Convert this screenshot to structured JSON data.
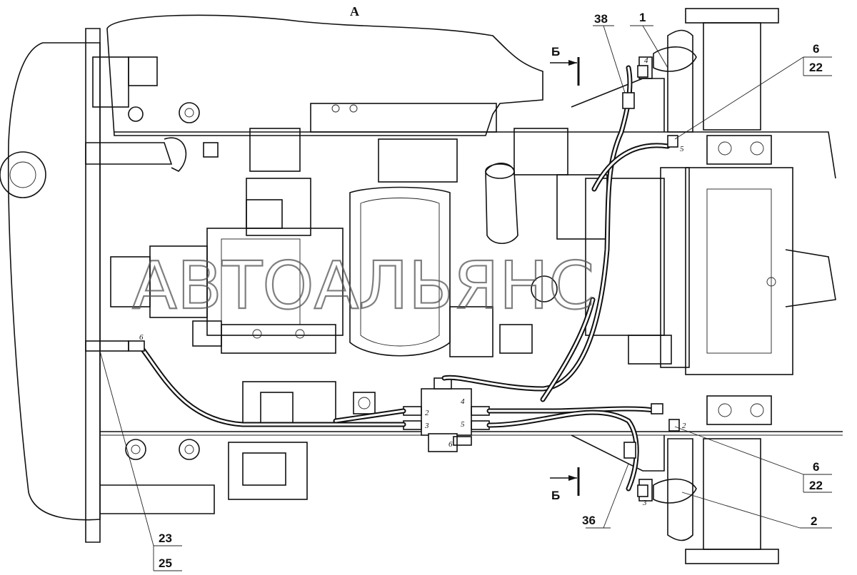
{
  "view_title": "А",
  "section_label_top": "Б",
  "section_label_bottom": "Б",
  "watermark": "АВТОАЛЬЯНС",
  "callouts": {
    "c1": "1",
    "c2": "2",
    "c6_top": "6",
    "c22_top": "22",
    "c6_bottom": "6",
    "c22_bottom": "22",
    "c23": "23",
    "c25": "25",
    "c36": "36",
    "c38": "38"
  },
  "port_marks": {
    "p4_top": "4",
    "p5_top": "5",
    "p6_left": "6",
    "p2_right": "2",
    "p3_bottom": "3",
    "hub_2": "2",
    "hub_3": "3",
    "hub_4": "4",
    "hub_5": "5",
    "hub_6": "6"
  }
}
